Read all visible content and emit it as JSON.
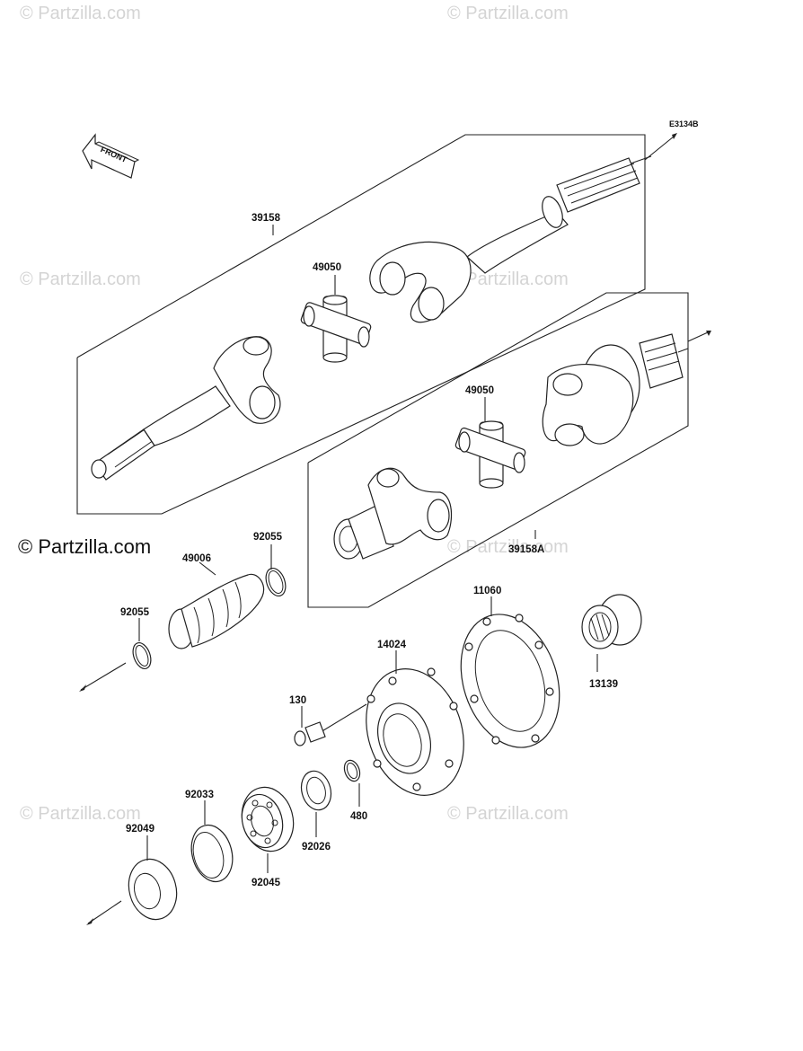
{
  "watermarks": {
    "wm_top_left": "© Partzilla.com",
    "wm_top_right": "© Partzilla.com",
    "wm_mid_left": "© Partzilla.com",
    "wm_mid_right": "© Partzilla.com",
    "wm_center_strong": "© Partzilla.com",
    "wm_center_right": "© Partzilla.com",
    "wm_bottom_left": "© Partzilla.com",
    "wm_bottom_right": "© Partzilla.com"
  },
  "diagram": {
    "code": "E3134B",
    "front_label": "FRONT",
    "parts": {
      "p39158": "39158",
      "p49050_a": "49050",
      "p49050_b": "49050",
      "p39158A": "39158A",
      "p49006": "49006",
      "p92055_a": "92055",
      "p92055_b": "92055",
      "p11060": "11060",
      "p14024": "14024",
      "p13139": "13139",
      "p130": "130",
      "p480": "480",
      "p92033": "92033",
      "p92049": "92049",
      "p92045": "92045",
      "p92026": "92026"
    }
  }
}
